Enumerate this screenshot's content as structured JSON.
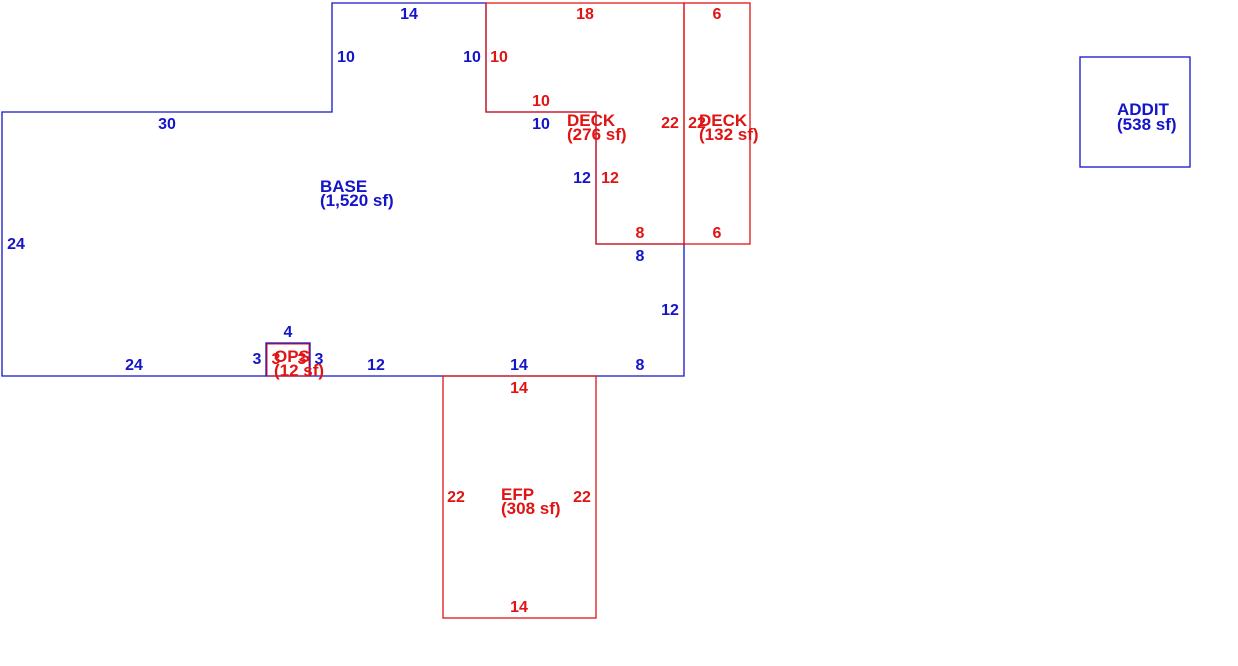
{
  "colors": {
    "base": "#1414c8",
    "addition": "#e01414",
    "background": "#ffffff"
  },
  "areas": {
    "base": {
      "name": "BASE",
      "area": "(1,520 sf)"
    },
    "deck1": {
      "name": "DECK",
      "area": "(276 sf)"
    },
    "deck2": {
      "name": "DECK",
      "area": "(132 sf)"
    },
    "ops": {
      "name": "OPS",
      "area": "(12 sf)"
    },
    "efp": {
      "name": "EFP",
      "area": "(308 sf)"
    },
    "addit": {
      "name": "ADDIT",
      "area": "(538 sf)"
    }
  },
  "dimensions": {
    "base": [
      "14",
      "10",
      "10",
      "30",
      "10",
      "12",
      "24",
      "8",
      "12",
      "24",
      "12",
      "14",
      "8",
      "4",
      "3",
      "3"
    ],
    "red": [
      "18",
      "6",
      "10",
      "10",
      "22",
      "22",
      "12",
      "8",
      "6",
      "14",
      "22",
      "22",
      "14",
      "3",
      "3"
    ]
  }
}
